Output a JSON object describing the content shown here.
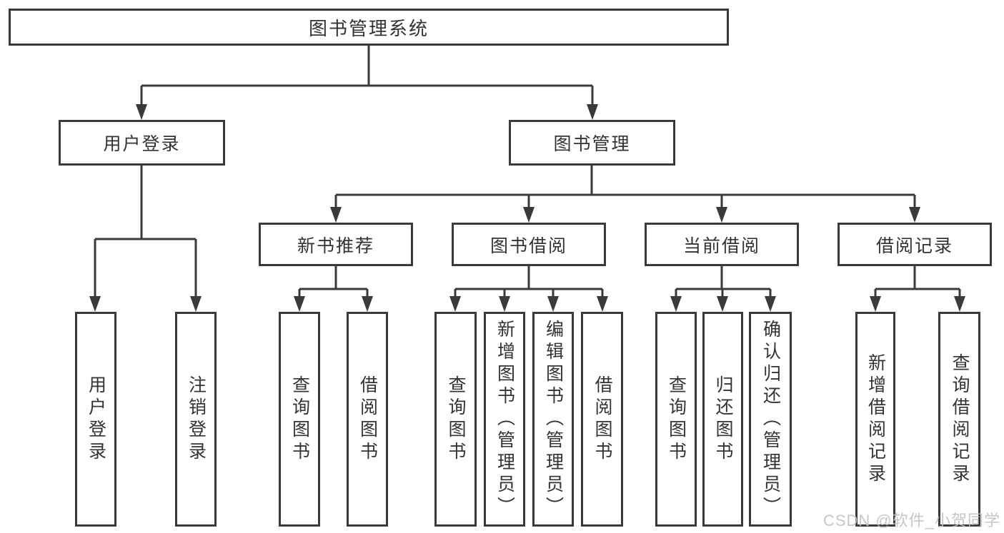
{
  "diagram": {
    "root": {
      "label": "图书管理系统"
    },
    "level2": [
      {
        "label": "用户登录",
        "leaves": [
          "用户登录",
          "注销登录"
        ]
      },
      {
        "label": "图书管理",
        "groups": [
          {
            "label": "新书推荐",
            "leaves": [
              "查询图书",
              "借阅图书"
            ]
          },
          {
            "label": "图书借阅",
            "leaves": [
              "查询图书",
              "新增图书（管理员）",
              "编辑图书（管理员）",
              "借阅图书"
            ]
          },
          {
            "label": "当前借阅",
            "leaves": [
              "查询图书",
              "归还图书",
              "确认归还（管理员）"
            ]
          },
          {
            "label": "借阅记录",
            "leaves": [
              "新增借阅记录",
              "查询借阅记录"
            ]
          }
        ]
      }
    ]
  },
  "watermark": {
    "text": "CSDN @软件_小贺同学"
  },
  "colors": {
    "line": "#3a3a3a",
    "text": "#333333",
    "background": "#ffffff",
    "watermark": "#c0c0c0"
  }
}
